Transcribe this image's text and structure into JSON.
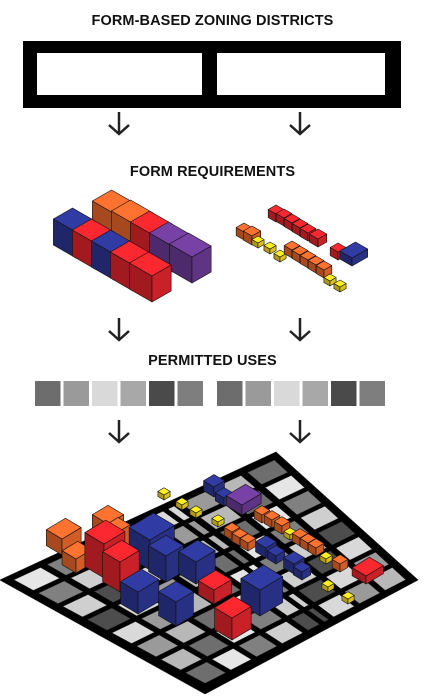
{
  "headings": {
    "districts": "FORM-BASED ZONING DISTRICTS",
    "form": "FORM REQUIREMENTS",
    "uses": "PERMITTED USES"
  },
  "colors": {
    "frame": "#000000",
    "orange": "#e8662a",
    "red": "#e0242b",
    "blue": "#2b3592",
    "purple": "#6a3a94",
    "yellow": "#f3d51c",
    "use_swatches": [
      "#6d6d6d",
      "#9a9a9a",
      "#d9d9d9",
      "#a8a8a8",
      "#4a4a4a",
      "#7e7e7e"
    ]
  },
  "icons": [
    "down-arrow-icon"
  ]
}
